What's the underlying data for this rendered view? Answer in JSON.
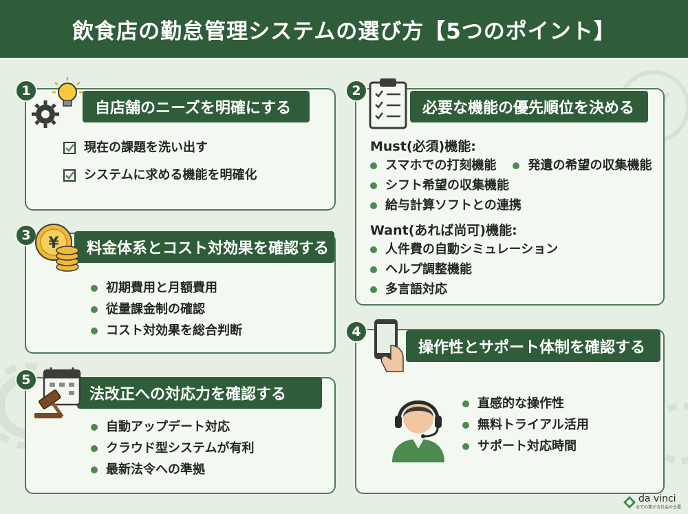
{
  "title": "飲食店の勤怠管理システムの選び方【5つのポイント】",
  "colors": {
    "header_bg": "#2f5d3a",
    "banner_bg": "#2f5d3a",
    "card_bg": "#f3f8f1",
    "card_border": "#4d7a55",
    "bullet": "#4d8a4f",
    "page_bg": "#e6efe3"
  },
  "points": [
    {
      "number": "1",
      "heading": "自店舗のニーズを明確にする",
      "icon": "lightbulb-gear-icon",
      "items": [
        "現在の課題を洗い出す",
        "システムに求める機能を明確化"
      ]
    },
    {
      "number": "2",
      "heading": "必要な機能の優先順位を決める",
      "icon": "checklist-clipboard-icon",
      "must_label": "Must(必須)機能:",
      "must_items": [
        "スマホでの打刻機能",
        "希望の収集機能",
        "シフト希望の収集機能",
        "給与計算ソフトとの連携"
      ],
      "must_prefix": "発遺の",
      "want_label": "Want(あれば尚可)機能:",
      "want_items": [
        "人件費の自動シミュレーション",
        "ヘルプ調整機能",
        "多言語対応"
      ]
    },
    {
      "number": "3",
      "heading": "料金体系とコスト対効果を確認する",
      "icon": "yen-coins-icon",
      "items": [
        "初期費用と月額費用",
        "従量課金制の確認",
        "コスト対効果を総合判断"
      ]
    },
    {
      "number": "4",
      "heading": "操作性とサポート体制を確認する",
      "icon": "smartphone-hand-icon",
      "support_icon": "headset-operator-icon",
      "items": [
        "直感的な操作性",
        "無料トライアル活用",
        "サポート対応時間"
      ]
    },
    {
      "number": "5",
      "heading": "法改正への対応力を確認する",
      "icon": "gavel-calendar-icon",
      "items": [
        "自動アップデート対応",
        "クラウド型システムが有利",
        "最新法令への準拠"
      ]
    }
  ],
  "logo": {
    "name": "da vinci",
    "tagline": "全ての業がる社会の主要"
  }
}
